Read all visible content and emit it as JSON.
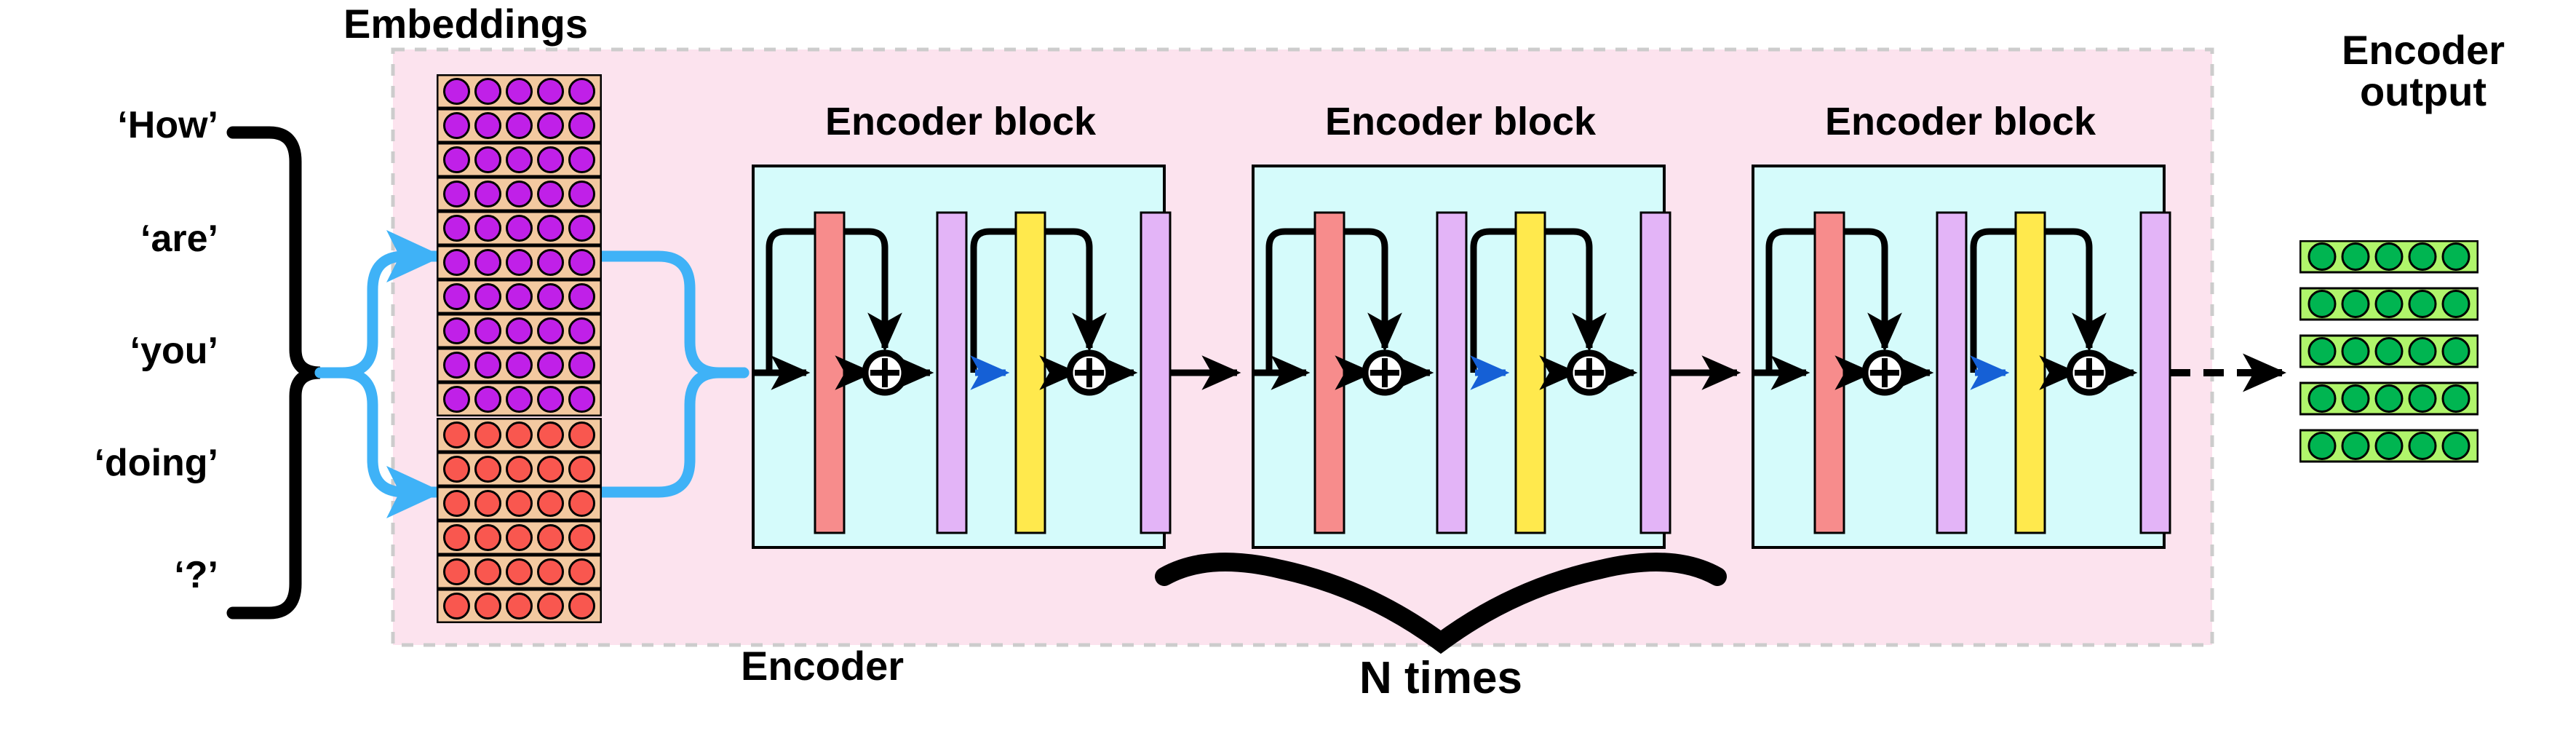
{
  "diagram": {
    "title_region_label": "Encoder",
    "input_tokens": [
      "‘How’",
      "‘are’",
      "‘you’",
      "‘doing’",
      "‘?’"
    ],
    "labels": {
      "embeddings": "Embeddings",
      "encoder": "Encoder",
      "encoder_output": "Encoder\noutput",
      "n_times": "N times"
    },
    "encoder_blocks": [
      {
        "label": "Encoder block"
      },
      {
        "label": "Encoder block"
      },
      {
        "label": "Encoder block"
      }
    ],
    "block_components": [
      {
        "name": "attention-bar",
        "color": "#f78c8c"
      },
      {
        "name": "addnorm-bar-1",
        "color": "#e3b4f7"
      },
      {
        "name": "feedforward-bar",
        "color": "#ffe94d"
      },
      {
        "name": "addnorm-bar-2",
        "color": "#e3b4f7"
      }
    ],
    "residual_symbol": "+",
    "embedding_grids": [
      {
        "name": "token-embeddings",
        "rows": 10,
        "cols": 5,
        "dot_color": "#c020e8",
        "cell_color": "#f3c9a0"
      },
      {
        "name": "positional-embeddings",
        "rows": 6,
        "cols": 5,
        "dot_color": "#f9574f",
        "cell_color": "#f3c9a0"
      }
    ],
    "output_grid": {
      "name": "encoder-output-grid",
      "rows": 5,
      "cols": 5,
      "dot_color": "#00b551",
      "cell_color": "#b0f56b"
    },
    "colors": {
      "encoder_region_bg": "#fce3ee",
      "encoder_region_border": "#cccccc",
      "block_bg": "#d5fbfb",
      "block_border": "#000000",
      "flow_blue": "#3fb2f7",
      "inner_blue_arrow": "#1560d6",
      "stroke_black": "#000000"
    }
  }
}
